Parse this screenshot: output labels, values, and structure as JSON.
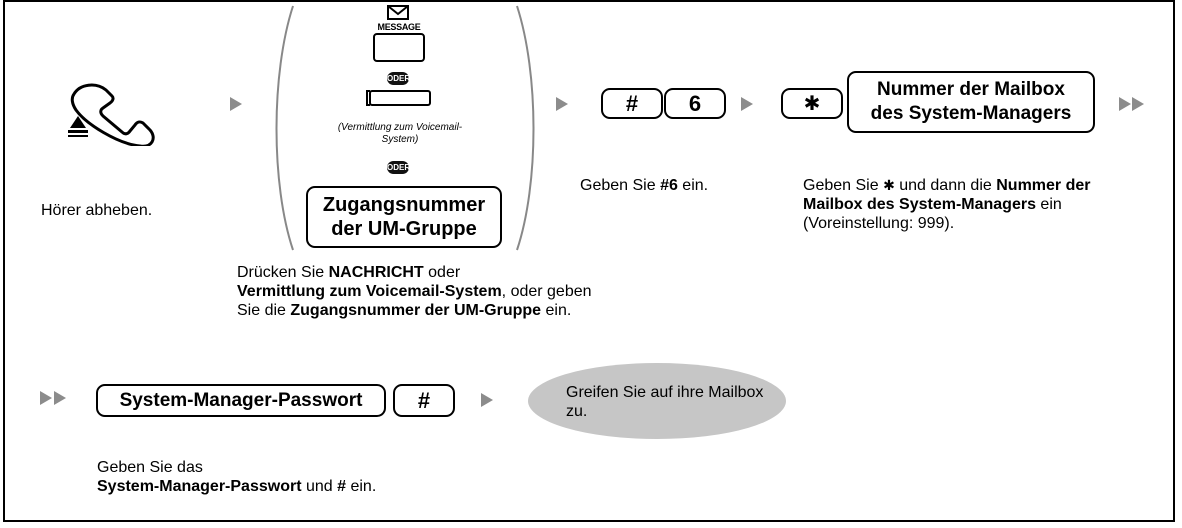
{
  "step1": {
    "icon": "handset-offhook-icon",
    "caption": "Hörer abheben."
  },
  "step2": {
    "message_label": "MESSAGE",
    "oder_1": "ODER",
    "vm_key_caption": "(Vermittlung zum Voicemail-System)",
    "oder_2": "ODER",
    "access_key_line1": "Zugangsnummer",
    "access_key_line2": "der UM-Gruppe",
    "desc": {
      "p1": "Drücken Sie ",
      "b1": "NACHRICHT",
      "p2": " oder ",
      "b2": "Vermittlung zum Voicemail-System",
      "p3": ", oder geben Sie die ",
      "b3": "Zugangsnummer der UM-Gruppe",
      "p4": " ein."
    }
  },
  "step3": {
    "key_hash": "#",
    "key_6": "6",
    "caption_pre": "Geben Sie ",
    "caption_bold": "#6",
    "caption_post": " ein."
  },
  "step4": {
    "key_star": "✱",
    "mailbox_key_line1": "Nummer der Mailbox",
    "mailbox_key_line2": "des System-Managers",
    "caption_pre": "Geben Sie ",
    "caption_star": "✱",
    "caption_mid": "und dann die ",
    "caption_bold": "Nummer der Mailbox des System-Managers",
    "caption_post": " ein (Voreinstellung: 999)."
  },
  "step5": {
    "password_key": "System-Manager-Passwort",
    "key_hash": "#",
    "result": "Greifen Sie auf ihre Mailbox zu.",
    "caption_pre": "Geben Sie das",
    "caption_bold": "System-Manager-Passwort",
    "caption_mid": " und ",
    "caption_hash": "#",
    "caption_post": " ein."
  },
  "colors": {
    "arrow": "#8c8c8c",
    "oval": "#c6c6c6",
    "border": "#000000"
  }
}
